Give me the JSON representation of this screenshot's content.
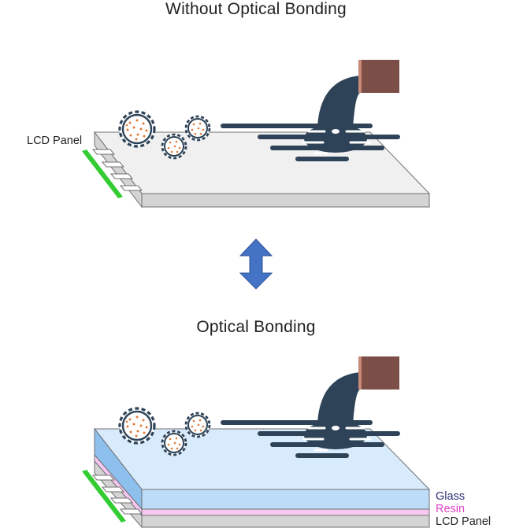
{
  "top": {
    "title": "Without Optical Bonding",
    "lcd_label": "LCD Panel"
  },
  "bottom": {
    "title": "Optical Bonding",
    "layers": [
      {
        "label": "Glass",
        "color": "#2f2f7a"
      },
      {
        "label": "Resin",
        "color": "#e040c8"
      },
      {
        "label": "LCD Panel",
        "color": "#222222"
      }
    ]
  },
  "colors": {
    "panel_top": "#f0f0f0",
    "panel_side": "#d4d4d4",
    "connector": "#33cc33",
    "glass_top": "#d8ebfc",
    "glass_side": "#bcdcf8",
    "resin": "#f8c8f4",
    "liquid": "#2e4357",
    "cup": "#7b4e47",
    "germ_dots": "#e07b39",
    "arrow": "#4472c4"
  }
}
